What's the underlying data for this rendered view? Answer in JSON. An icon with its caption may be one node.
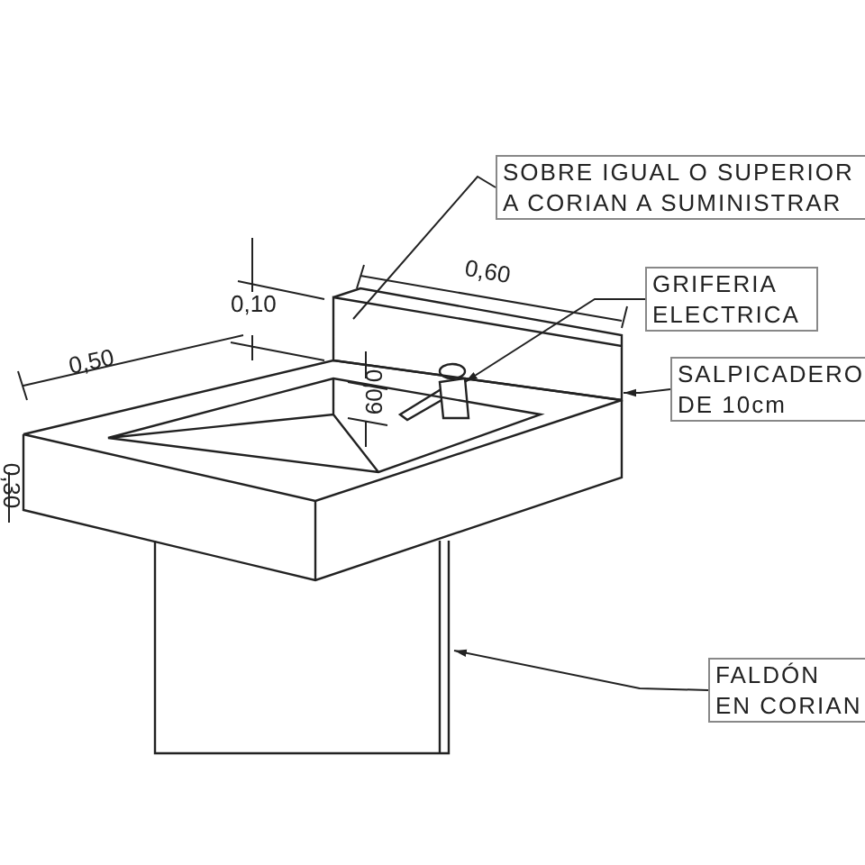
{
  "diagram": {
    "nodes": [
      {
        "text": [
          "SOBRE IGUAL O SUPERIOR A CORIAN A SUMINISTRAR"
        ]
      },
      {
        "text": [
          "GRIFERIA ELECTRICA"
        ]
      },
      {
        "text": [
          "SALPICADERO DE 10cm"
        ]
      },
      {
        "text": [
          "FALDÓN EN CORIAN"
        ]
      },
      {
        "text": [],
        "shape": "box"
      },
      {
        "text": [],
        "shape": "picture"
      },
      {
        "text": [],
        "shape": "box"
      }
    ],
    "edges": [
      {
        "from": 0,
        "to": 4,
        "arrow": "none"
      },
      {
        "from": 1,
        "to": 5,
        "arrow": "to"
      },
      {
        "from": 2,
        "to": 4,
        "arrow": "to"
      },
      {
        "from": 3,
        "to": 6,
        "arrow": "to"
      }
    ],
    "labels": [
      "0,10",
      "0,60",
      "0,50",
      "0,09",
      "0,30"
    ]
  }
}
